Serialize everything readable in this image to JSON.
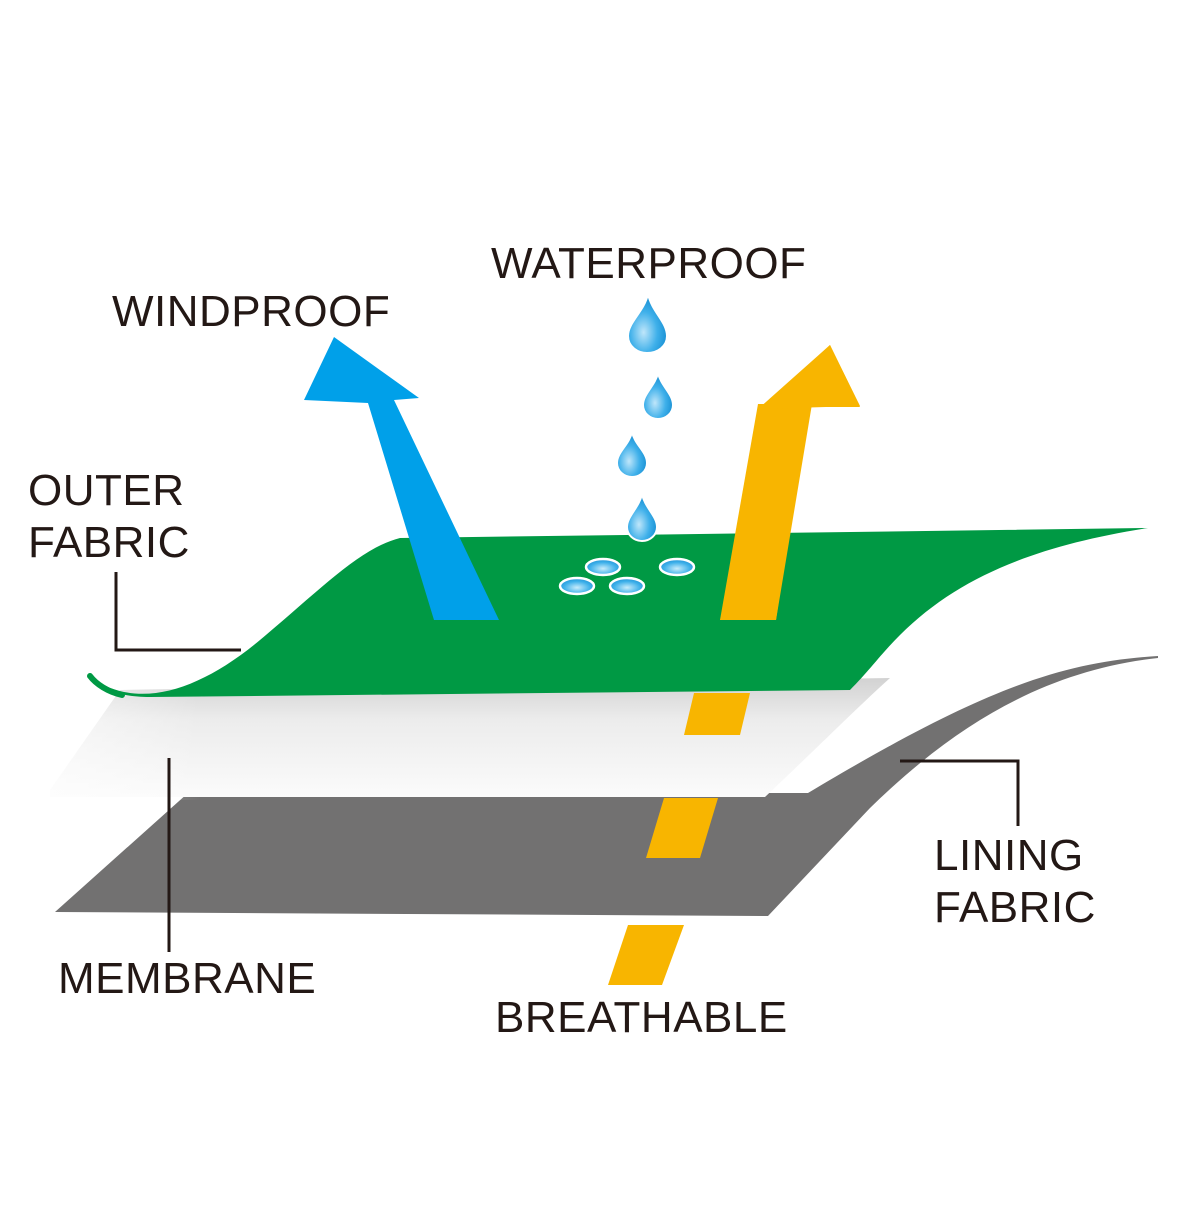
{
  "labels": {
    "waterproof": "WATERPROOF",
    "windproof": "WINDPROOF",
    "outer_fabric": [
      "OUTER",
      "FABRIC"
    ],
    "membrane": "MEMBRANE",
    "lining_fabric": [
      "LINING",
      "FABRIC"
    ],
    "breathable": "BREATHABLE"
  },
  "colors": {
    "outer_fabric": "#009944",
    "membrane_top": "#dcdcdc",
    "lining_fabric": "#727171",
    "windproof_arrow": "#00a0e9",
    "breathable_arrow": "#f8b500",
    "water_drop": "#1e9fe0",
    "leader_line": "#231815",
    "text": "#231815"
  },
  "icons": {
    "water_drop": "water-drop-icon",
    "windproof_arrow": "arrow-up-left-icon",
    "breathable_arrow": "arrow-up-right-icon"
  }
}
